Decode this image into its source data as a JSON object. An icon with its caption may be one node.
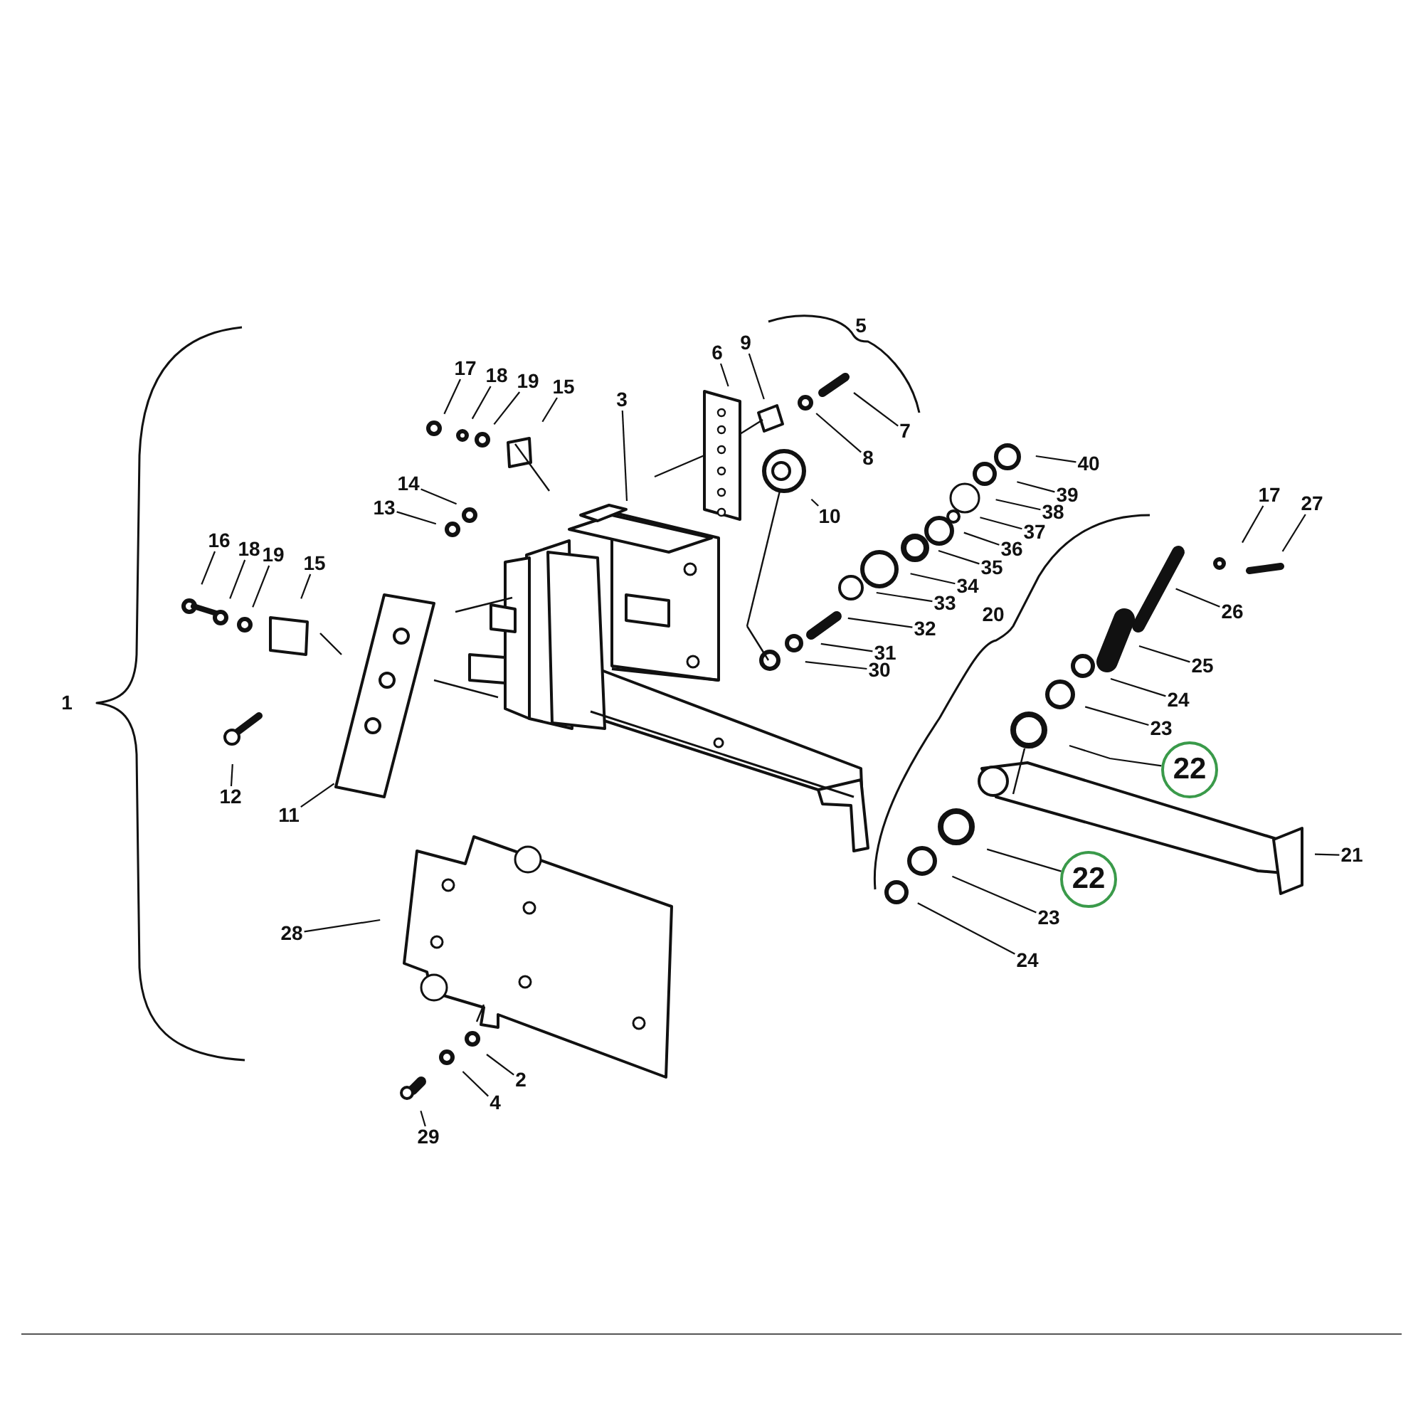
{
  "diagram": {
    "nodes": [
      {
        "text": [
          "9"
        ]
      },
      {
        "text": [
          "6"
        ]
      },
      {
        "text": [
          "17"
        ]
      },
      {
        "text": [
          "18"
        ]
      },
      {
        "text": [
          "19"
        ]
      },
      {
        "text": [
          "15"
        ]
      },
      {
        "text": [
          "3"
        ]
      },
      {
        "text": [
          "7"
        ]
      },
      {
        "text": [
          "8"
        ]
      },
      {
        "text": [
          "40"
        ]
      },
      {
        "text": [
          "39"
        ]
      },
      {
        "text": [
          "14"
        ]
      },
      {
        "text": [
          "38"
        ]
      },
      {
        "text": [
          "10"
        ]
      },
      {
        "text": [
          "13"
        ]
      },
      {
        "text": [
          "37"
        ]
      },
      {
        "text": [
          "17"
        ]
      },
      {
        "text": [
          "27"
        ]
      },
      {
        "text": [
          "36"
        ]
      },
      {
        "text": [
          "16"
        ]
      },
      {
        "text": [
          "18"
        ]
      },
      {
        "text": [
          "19"
        ]
      },
      {
        "text": [
          "15"
        ]
      },
      {
        "text": [
          "35"
        ]
      },
      {
        "text": [
          "34"
        ]
      },
      {
        "text": [
          "26"
        ]
      },
      {
        "text": [
          "33"
        ]
      },
      {
        "text": [
          "32"
        ]
      },
      {
        "text": [
          "31"
        ]
      },
      {
        "text": [
          "30"
        ]
      },
      {
        "text": [
          "25"
        ]
      },
      {
        "text": [
          "24"
        ]
      },
      {
        "text": [
          "23"
        ]
      },
      {
        "text": [
          "22"
        ]
      },
      {
        "text": [
          "12"
        ]
      },
      {
        "text": [
          "11"
        ]
      },
      {
        "text": [
          "21"
        ]
      },
      {
        "text": [
          "22"
        ]
      },
      {
        "text": [
          "23"
        ]
      },
      {
        "text": [
          "24"
        ]
      },
      {
        "text": [
          "28"
        ]
      },
      {
        "text": [
          "2"
        ]
      },
      {
        "text": [
          "4"
        ]
      },
      {
        "text": [
          "29"
        ]
      }
    ],
    "edges": [
      {
        "from": 0,
        "to": null,
        "arrow": "none"
      },
      {
        "from": 1,
        "to": null,
        "arrow": "none"
      },
      {
        "from": 2,
        "to": null,
        "arrow": "none"
      },
      {
        "from": 3,
        "to": null,
        "arrow": "none"
      },
      {
        "from": 4,
        "to": null,
        "arrow": "none"
      },
      {
        "from": 5,
        "to": null,
        "arrow": "none"
      },
      {
        "from": 6,
        "to": null,
        "arrow": "none"
      },
      {
        "from": 7,
        "to": null,
        "arrow": "none"
      },
      {
        "from": 8,
        "to": null,
        "arrow": "none"
      },
      {
        "from": 9,
        "to": null,
        "arrow": "none"
      },
      {
        "from": 10,
        "to": null,
        "arrow": "none"
      },
      {
        "from": 11,
        "to": null,
        "arrow": "none"
      },
      {
        "from": 12,
        "to": null,
        "arrow": "none"
      },
      {
        "from": 13,
        "to": null,
        "arrow": "none"
      },
      {
        "from": 14,
        "to": null,
        "arrow": "none"
      },
      {
        "from": 15,
        "to": null,
        "arrow": "none"
      },
      {
        "from": 16,
        "to": null,
        "arrow": "none"
      },
      {
        "from": 17,
        "to": null,
        "arrow": "none"
      },
      {
        "from": 18,
        "to": null,
        "arrow": "none"
      },
      {
        "from": 19,
        "to": null,
        "arrow": "none"
      },
      {
        "from": 20,
        "to": null,
        "arrow": "none"
      },
      {
        "from": 21,
        "to": null,
        "arrow": "none"
      },
      {
        "from": 22,
        "to": null,
        "arrow": "none"
      },
      {
        "from": 23,
        "to": null,
        "arrow": "none"
      },
      {
        "from": 24,
        "to": null,
        "arrow": "none"
      },
      {
        "from": 25,
        "to": null,
        "arrow": "none"
      },
      {
        "from": 26,
        "to": null,
        "arrow": "none"
      },
      {
        "from": 27,
        "to": null,
        "arrow": "none"
      },
      {
        "from": 28,
        "to": null,
        "arrow": "none"
      },
      {
        "from": 29,
        "to": null,
        "arrow": "none"
      },
      {
        "from": 30,
        "to": null,
        "arrow": "none"
      },
      {
        "from": 31,
        "to": null,
        "arrow": "none"
      },
      {
        "from": 32,
        "to": null,
        "arrow": "none"
      },
      {
        "from": 33,
        "to": null,
        "arrow": "none"
      },
      {
        "from": 34,
        "to": null,
        "arrow": "none"
      },
      {
        "from": 35,
        "to": null,
        "arrow": "none"
      },
      {
        "from": 36,
        "to": null,
        "arrow": "none"
      },
      {
        "from": 37,
        "to": null,
        "arrow": "none"
      },
      {
        "from": 38,
        "to": null,
        "arrow": "none"
      },
      {
        "from": 39,
        "to": null,
        "arrow": "none"
      },
      {
        "from": 40,
        "to": null,
        "arrow": "none"
      },
      {
        "from": 41,
        "to": null,
        "arrow": "none"
      },
      {
        "from": 42,
        "to": null,
        "arrow": "none"
      },
      {
        "from": 43,
        "to": null,
        "arrow": "none"
      }
    ],
    "labels": [
      "1",
      "5",
      "20"
    ]
  }
}
